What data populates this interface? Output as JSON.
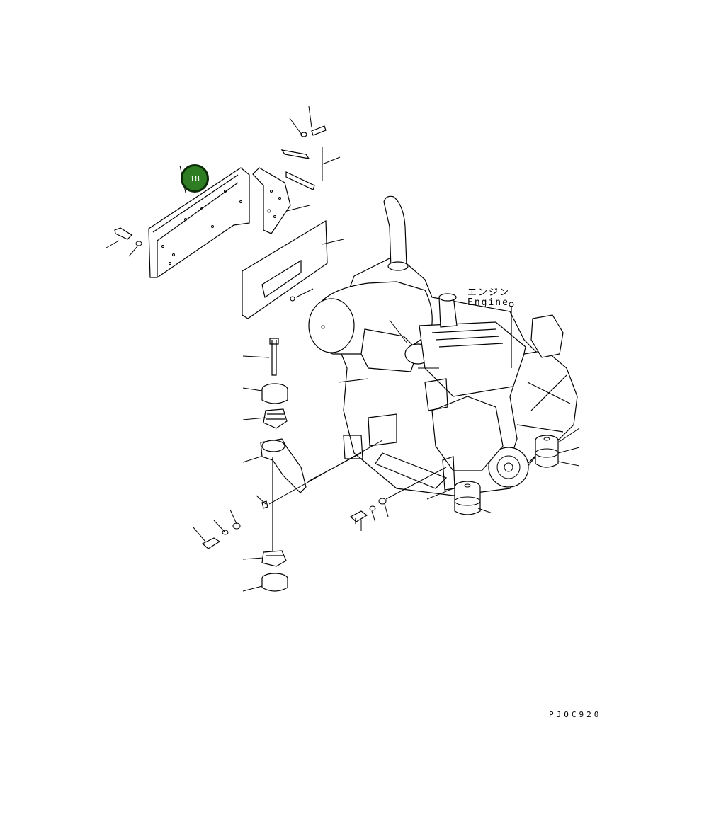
{
  "labels": {
    "engine_jp": "エンジン",
    "engine_en": "Engine",
    "drawing_code": "PJOC920"
  },
  "callout": {
    "number": "18",
    "color": "#2f7d23",
    "border_color": "#0a2a06"
  }
}
